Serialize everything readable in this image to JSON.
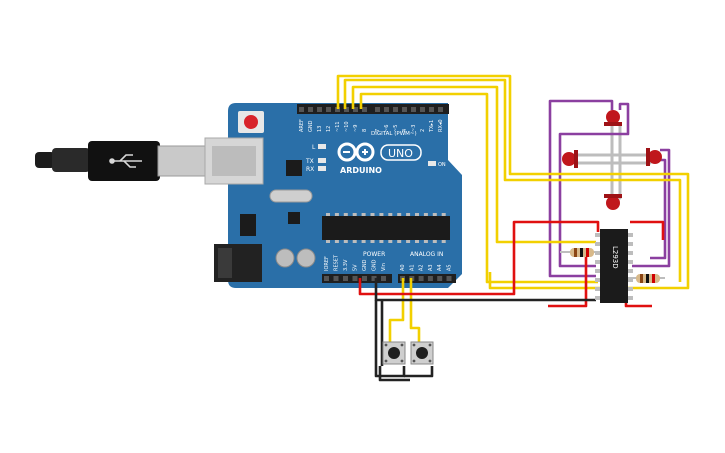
{
  "board": {
    "brand": "ARDUINO",
    "model": "UNO",
    "on_label": "ON",
    "digital_header_title": "DIGITAL (PWM~)",
    "power_header_title": "POWER",
    "analog_header_title": "ANALOG IN",
    "led_l": "L",
    "led_tx": "TX",
    "led_rx": "RX",
    "digital_pins": [
      "AREF",
      "GND",
      "13",
      "12",
      "~11",
      "~10",
      "~9",
      "8",
      "7",
      "~6",
      "~5",
      "4",
      "~3",
      "2",
      "TX▸1",
      "RX◂0"
    ],
    "power_pins": [
      "IOREF",
      "RESET",
      "3.3V",
      "5V",
      "GND",
      "GND",
      "Vin"
    ],
    "analog_pins": [
      "A0",
      "A1",
      "A2",
      "A3",
      "A4",
      "A5"
    ]
  },
  "chip": {
    "label": "L293D"
  },
  "colors": {
    "board_blue": "#2a6fa8",
    "wire_yellow": "#f2d000",
    "wire_red": "#e01010",
    "wire_purple": "#8b3fa0",
    "wire_black": "#222222",
    "led_red": "#c0171c",
    "led_lead_grey": "#bdbdbd"
  }
}
